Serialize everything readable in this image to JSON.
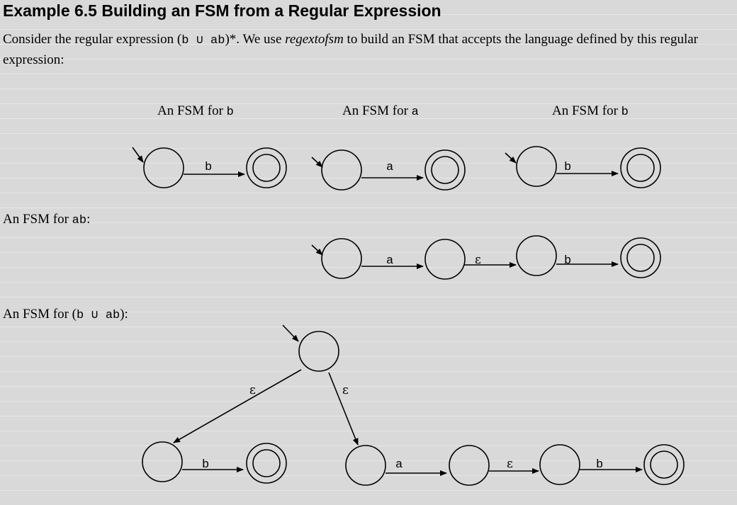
{
  "heading": "Example 6.5 Building an FSM from a Regular Expression",
  "intro": {
    "part1": "Consider the regular expression (",
    "regex": "b ∪ ab",
    "part2": ")*.   We use ",
    "algorithm": "regextofsm",
    "part3": " to build an FSM that accepts the language defined by this regular expression:"
  },
  "captions": {
    "fsm_b_1": {
      "prefix": "An FSM for ",
      "code": "b"
    },
    "fsm_a": {
      "prefix": "An FSM for ",
      "code": "a"
    },
    "fsm_b_2": {
      "prefix": "An FSM for ",
      "code": "b"
    },
    "fsm_ab": {
      "prefix": "An FSM for ",
      "code": "ab",
      "suffix": ":"
    },
    "fsm_union": {
      "prefix": "An FSM for (",
      "code": "b ∪ ab",
      "suffix": "):"
    }
  },
  "edge_labels": {
    "b": "b",
    "a": "a",
    "epsilon": "ε"
  }
}
